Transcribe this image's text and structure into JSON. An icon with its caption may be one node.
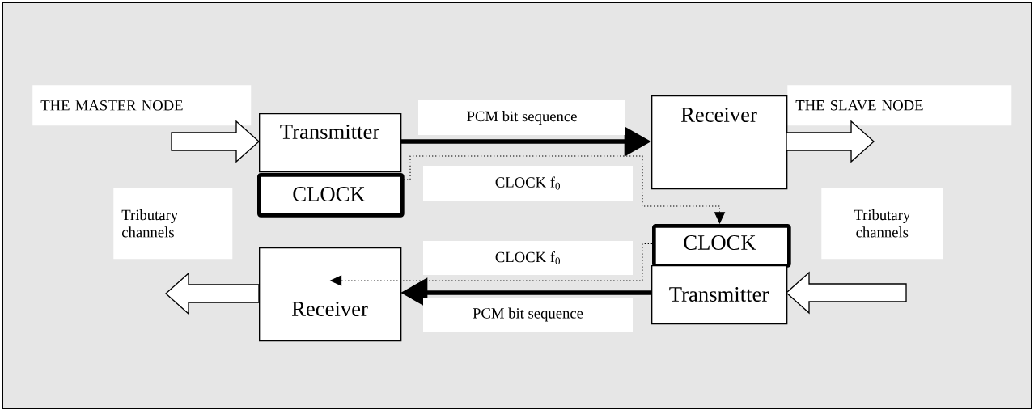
{
  "diagram": {
    "nodes": [
      {
        "text": [
          "Transmitter"
        ]
      },
      {
        "text": [
          "CLOCK"
        ]
      },
      {
        "text": [
          "Receiver"
        ]
      },
      {
        "text": [
          "CLOCK"
        ]
      },
      {
        "text": [
          "Transmitter"
        ]
      },
      {
        "text": [
          "Receiver"
        ]
      }
    ],
    "edges": [
      {
        "from": 0,
        "to": 2,
        "arrow": "to",
        "style": "thick",
        "label": "PCM bit sequence"
      },
      {
        "from": 1,
        "to": 3,
        "arrow": "to",
        "style": "dashed",
        "label": "CLOCK f$_{0}$"
      },
      {
        "from": 3,
        "to": 5,
        "arrow": "to",
        "style": "dashed",
        "label": "CLOCK f$_{0}$"
      },
      {
        "from": 4,
        "to": 5,
        "arrow": "to",
        "style": "thick",
        "label": "PCM bit sequence"
      },
      {
        "from": null,
        "to": 0,
        "arrow": "to"
      },
      {
        "from": 2,
        "to": null,
        "arrow": "to"
      },
      {
        "from": null,
        "to": 4,
        "arrow": "to"
      },
      {
        "from": 5,
        "to": null,
        "arrow": "to"
      }
    ],
    "labels": [
      "THE MASTER NODE",
      "THE SLAVE NODE",
      "Tributary channels",
      "Tributary channels"
    ]
  }
}
